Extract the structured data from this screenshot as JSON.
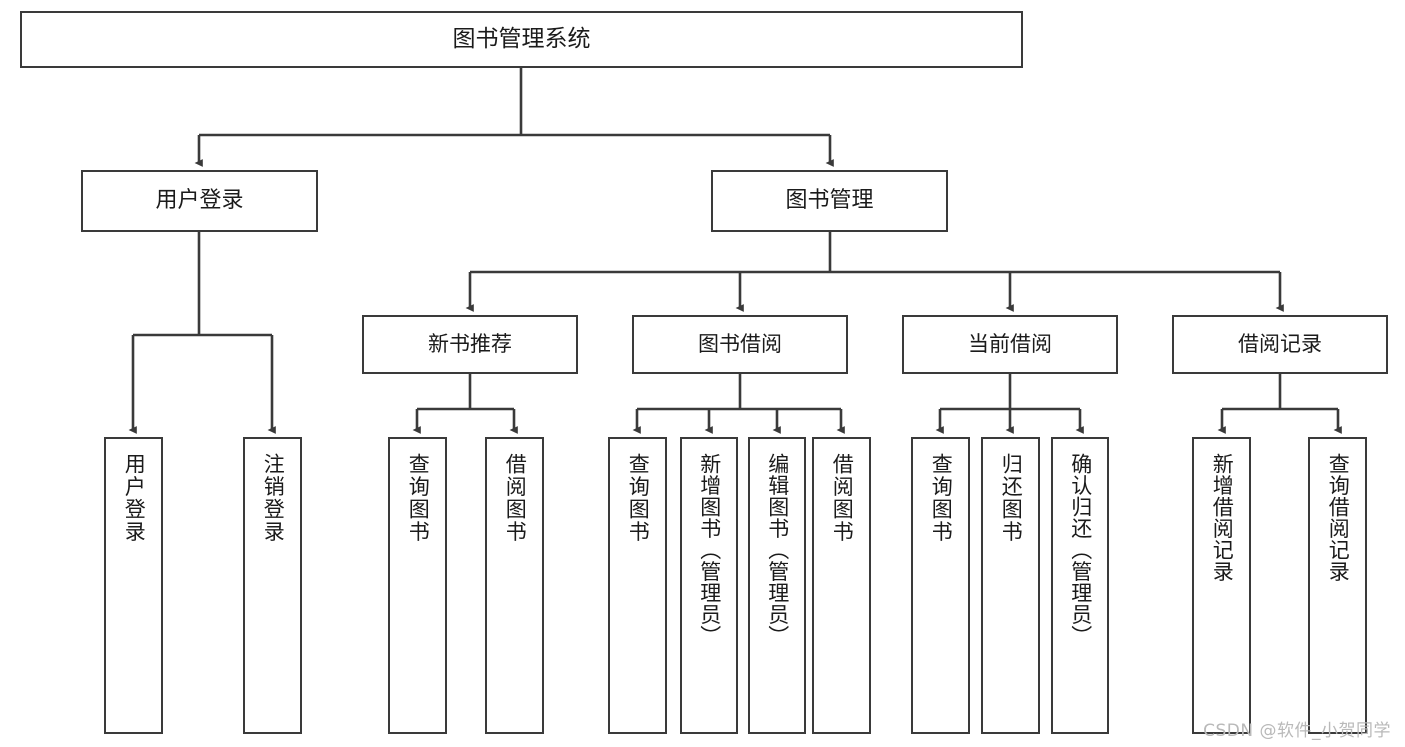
{
  "diagram": {
    "title": "图书管理系统",
    "type": "tree-hierarchy",
    "watermark": "CSDN @软件_小贺同学",
    "colors": {
      "box_border": "#3a3a3a",
      "box_fill": "#ffffff",
      "connector": "#3a3a3a",
      "text": "#1b1b1b",
      "watermark": "#b9b9b9",
      "background": "#ffffff"
    }
  },
  "nodes": {
    "root": {
      "label": "图书管理系统"
    },
    "level2": [
      {
        "id": "user-login",
        "label": "用户登录"
      },
      {
        "id": "book-manage",
        "label": "图书管理"
      }
    ],
    "level3": [
      {
        "id": "new-book-recommend",
        "label": "新书推荐"
      },
      {
        "id": "book-borrow",
        "label": "图书借阅"
      },
      {
        "id": "current-borrow",
        "label": "当前借阅"
      },
      {
        "id": "borrow-record",
        "label": "借阅记录"
      }
    ],
    "leaves": {
      "user-login": [
        {
          "id": "leaf-user-login",
          "label": "用户登录"
        },
        {
          "id": "leaf-user-logout",
          "label": "注销登录"
        }
      ],
      "new-book-recommend": [
        {
          "id": "leaf-query-book-1",
          "label": "查询图书"
        },
        {
          "id": "leaf-borrow-book-1",
          "label": "借阅图书"
        }
      ],
      "book-borrow": [
        {
          "id": "leaf-query-book-2",
          "label": "查询图书"
        },
        {
          "id": "leaf-add-book",
          "label": "新增图书（管理员）"
        },
        {
          "id": "leaf-edit-book",
          "label": "编辑图书（管理员）"
        },
        {
          "id": "leaf-borrow-book-2",
          "label": "借阅图书"
        }
      ],
      "current-borrow": [
        {
          "id": "leaf-query-book-3",
          "label": "查询图书"
        },
        {
          "id": "leaf-return-book",
          "label": "归还图书"
        },
        {
          "id": "leaf-confirm-return",
          "label": "确认归还（管理员）"
        }
      ],
      "borrow-record": [
        {
          "id": "leaf-add-record",
          "label": "新增借阅记录"
        },
        {
          "id": "leaf-query-record",
          "label": "查询借阅记录"
        }
      ]
    }
  }
}
